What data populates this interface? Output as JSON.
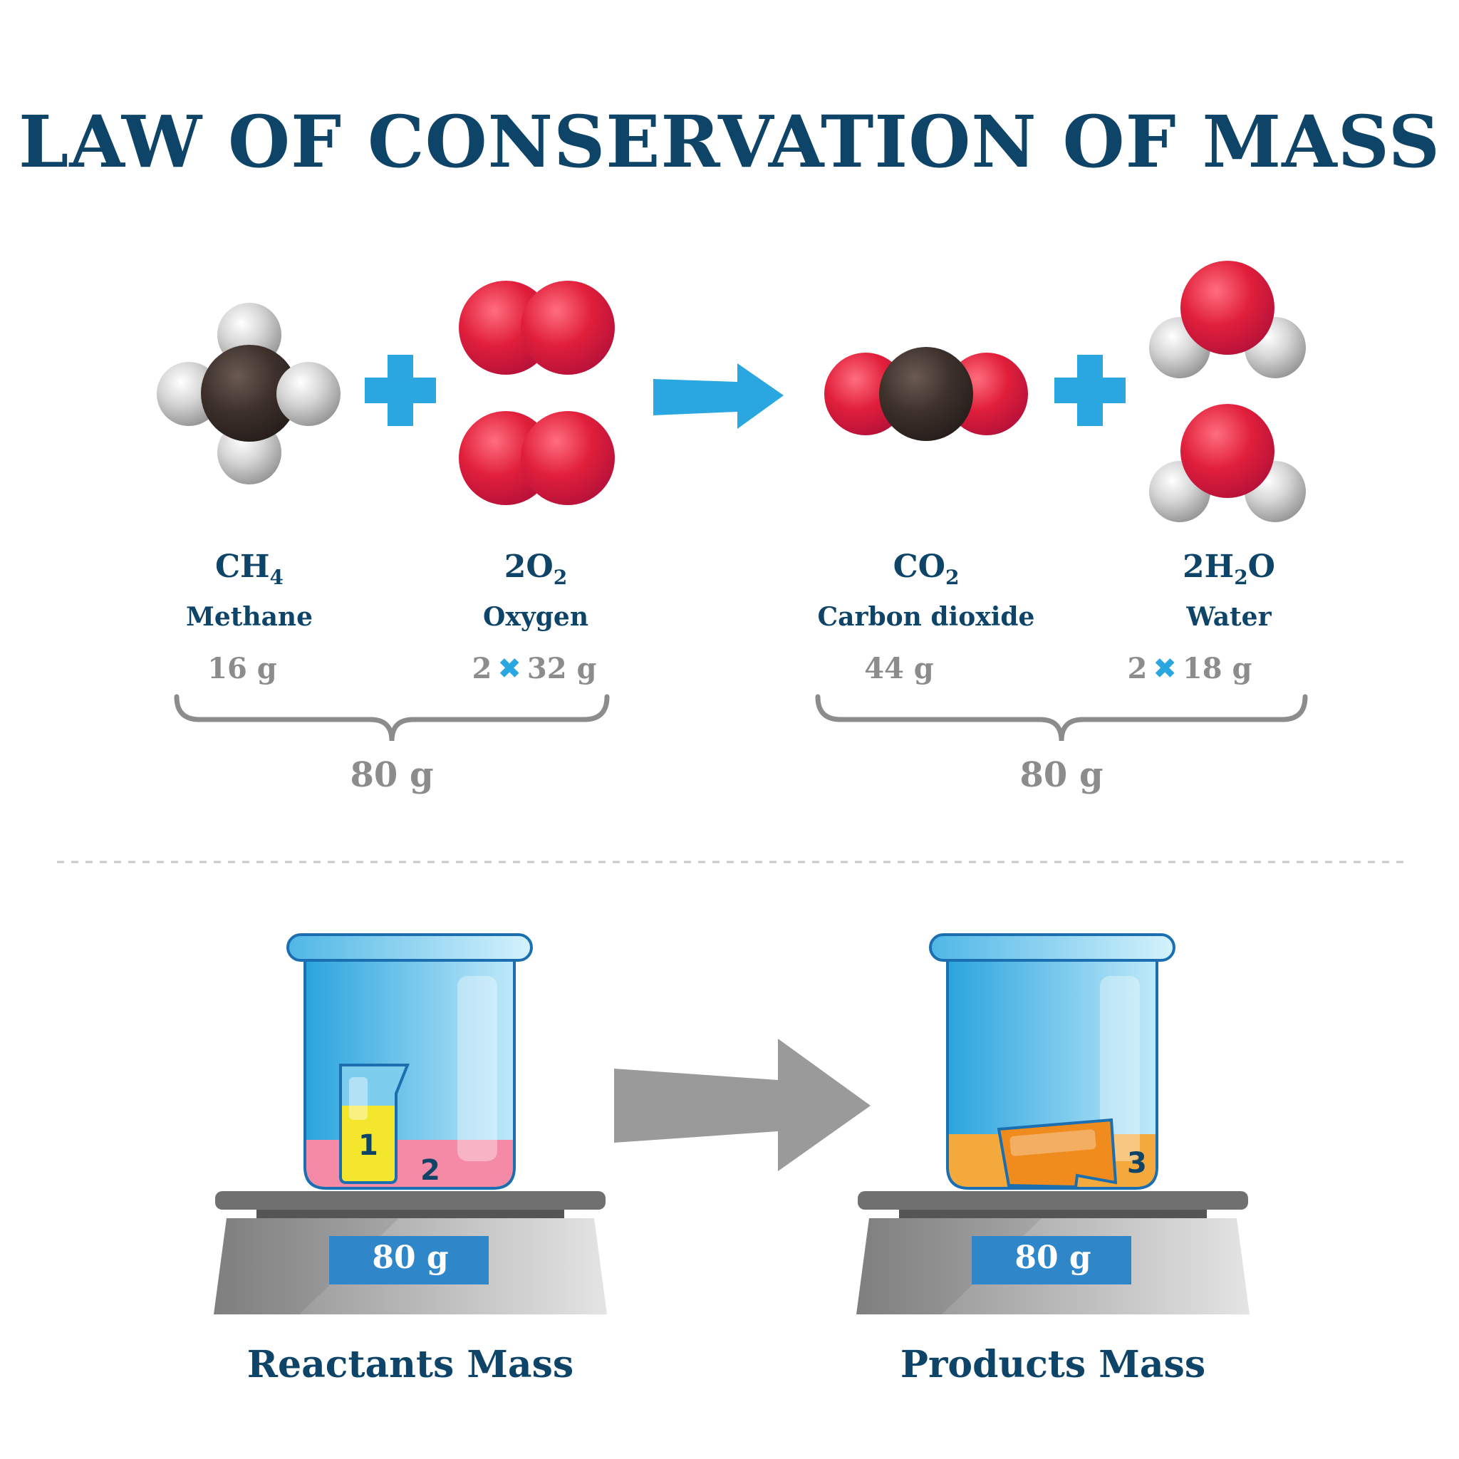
{
  "title": "LAW OF CONSERVATION OF MASS",
  "reactants": [
    {
      "formula_main": "CH",
      "formula_sub": "4",
      "formula_tail": "",
      "name": "Methane",
      "mass_multiplier": "",
      "mass": "16 g"
    },
    {
      "formula_main": "2O",
      "formula_sub": "2",
      "formula_tail": "",
      "name": "Oxygen",
      "mass_multiplier": "2",
      "mass": "32 g"
    }
  ],
  "products": [
    {
      "formula_main": "CO",
      "formula_sub": "2",
      "formula_tail": "",
      "name": "Carbon dioxide",
      "mass_multiplier": "",
      "mass": "44 g"
    },
    {
      "formula_main": "2H",
      "formula_sub": "2",
      "formula_tail": "O",
      "name": "Water",
      "mass_multiplier": "2",
      "mass": "18 g"
    }
  ],
  "multiply_symbol": "✖",
  "reactants_total": "80 g",
  "products_total": "80 g",
  "scales": [
    {
      "reading": "80 g",
      "caption": "Reactants Mass",
      "numbers": [
        "1",
        "2"
      ]
    },
    {
      "reading": "80 g",
      "caption": "Products Mass",
      "numbers": [
        "3"
      ]
    }
  ],
  "colors": {
    "title": "#0e4468",
    "accent_blue": "#2aa6e0",
    "oxygen_red": "#e0203c",
    "carbon_dark": "#3e312c",
    "hydrogen_grey": "#cfcfcf",
    "mass_grey": "#8c8c8c",
    "beaker_blue": "#4ab8e6",
    "pink_liquid": "#f58aa6",
    "yellow_liquid": "#f3e62c",
    "orange_liquid": "#f4a93c",
    "scale_display": "#2f86c8"
  }
}
